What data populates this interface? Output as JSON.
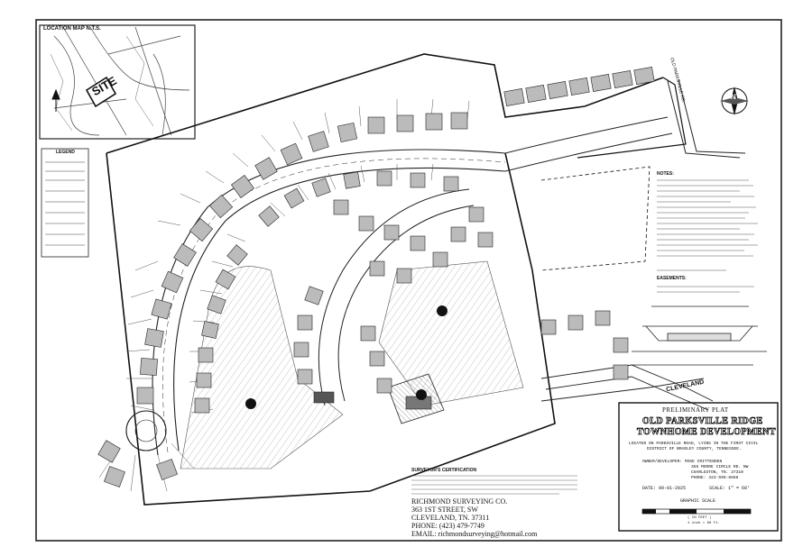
{
  "location_map": {
    "title": "LOCATION MAP  N.T.S.",
    "site_label": "SITE"
  },
  "title_block": {
    "plat_type": "PRELIMINARY PLAT",
    "project_line1": "OLD PARKSVILLE RIDGE",
    "project_line2": "TOWNHOME DEVELOPMENT",
    "location_line1": "LOCATED ON PARKSVILLE ROAD, LYING IN THE FIRST CIVIL",
    "location_line2": "DISTRICT OF BRADLEY COUNTY, TENNESSEE.",
    "owner_line1": "OWNER/DEVELOPER: MIKE CRITTENDEN",
    "owner_line2": "355 MOORE CIRCLE RD. NW",
    "owner_line3": "CHARLESTON, TN. 37310",
    "owner_line4": "PHONE: 423-595-6668",
    "date": "DATE: 09-01-2025",
    "scale": "SCALE: 1\" = 60'",
    "graphic_scale": "GRAPHIC SCALE",
    "scale_unit": "( IN FEET )",
    "scale_note": "1 inch = 60 ft."
  },
  "surveyor": {
    "heading": "SURVEYOR'S CERTIFICATION",
    "company": "RICHMOND SURVEYING CO.",
    "address1": "363 1ST STREET, SW",
    "address2": "CLEVELAND, TN. 37311",
    "phone": "PHONE: (423) 479-7749",
    "email": "EMAIL: richmondsurveying@hotmail.com"
  },
  "legend": {
    "heading": "LEGEND"
  },
  "notes": {
    "heading": "NOTES:",
    "easements_heading": "EASEMENTS:"
  },
  "labels": {
    "road_label": "OLD PARKSVILLE RD.",
    "cleveland_label": "CLEVELAND",
    "north_label": "N"
  }
}
